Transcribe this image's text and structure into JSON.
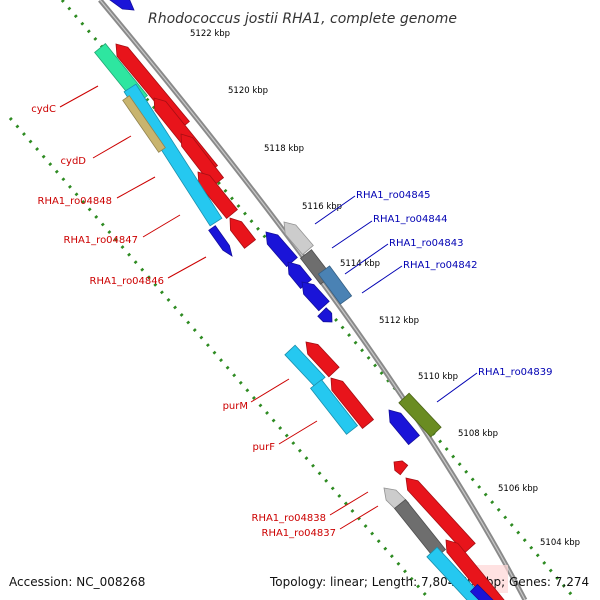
{
  "title": "Rhodococcus jostii RHA1, complete genome",
  "footer": {
    "accession": "Accession: NC_008268",
    "topology": "Topology: linear; Length: 7,804,765 bp; Genes: 7,274"
  },
  "ticks": [
    "5122 kbp",
    "5120 kbp",
    "5118 kbp",
    "5116 kbp",
    "5114 kbp",
    "5112 kbp",
    "5110 kbp",
    "5108 kbp",
    "5106 kbp",
    "5104 kbp"
  ],
  "labels": {
    "left": [
      "cydC",
      "cydD",
      "RHA1_ro04848",
      "RHA1_ro04847",
      "RHA1_ro04846",
      "purM",
      "purF",
      "RHA1_ro04838",
      "RHA1_ro04837"
    ],
    "right": [
      "RHA1_ro04845",
      "RHA1_ro04844",
      "RHA1_ro04843",
      "RHA1_ro04842",
      "RHA1_ro04839"
    ]
  },
  "colors": {
    "forward_label": "#cc0000",
    "reverse_label": "#0000b3",
    "backbone": "#8a8a8a",
    "dots": "#2e8b22",
    "red_gene": "#e8141b",
    "cyan_gene": "#25c8f0",
    "green_gene": "#2ee6a0",
    "tan_gene": "#c8b46e",
    "blue_gene": "#1a14d8",
    "steel_gene": "#4a82b4",
    "grey_gene": "#6e6e6e",
    "light_grey_gene": "#cccccc",
    "olive_gene": "#6a8c22"
  }
}
